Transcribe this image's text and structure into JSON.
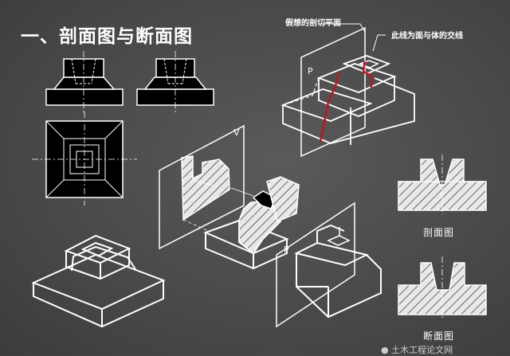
{
  "title": "一、剖面图与断面图",
  "annotations": {
    "cutting_plane": "假想的剖切平面",
    "intersection_line": "此线为面与体的交线"
  },
  "plane_labels": {
    "P_top": "P",
    "V": "V",
    "P_bottom": "P"
  },
  "captions": {
    "section_view": "剖面图",
    "cross_section": "断面图"
  },
  "watermark": "● 土木工程论文网"
}
